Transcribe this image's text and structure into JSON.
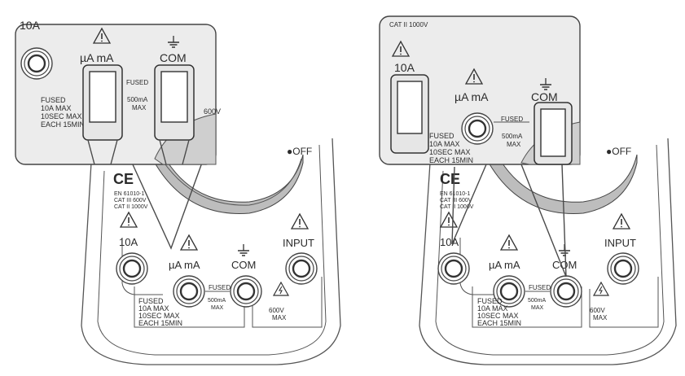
{
  "labels": {
    "ten_a": "10A",
    "ua_ma": "µA  mA",
    "com": "COM",
    "input": "INPUT",
    "off": "●OFF",
    "fused": "FUSED",
    "ma500": "500mA",
    "max": "MAX",
    "v600": "600V",
    "ce": "CE",
    "fuse_lines": [
      "FUSED",
      "10A  MAX",
      "10SEC MAX",
      "EACH 15MIN"
    ],
    "cert_lines": [
      "EN 61010-1",
      "CAT III 600V",
      "CAT II 1000V"
    ],
    "cat_partial": "CAT II 1000V",
    "warning_glyph": "!"
  },
  "icons": {
    "warning": "warning-triangle-icon",
    "ground": "ground-symbol-icon",
    "lightning": "high-voltage-icon"
  }
}
